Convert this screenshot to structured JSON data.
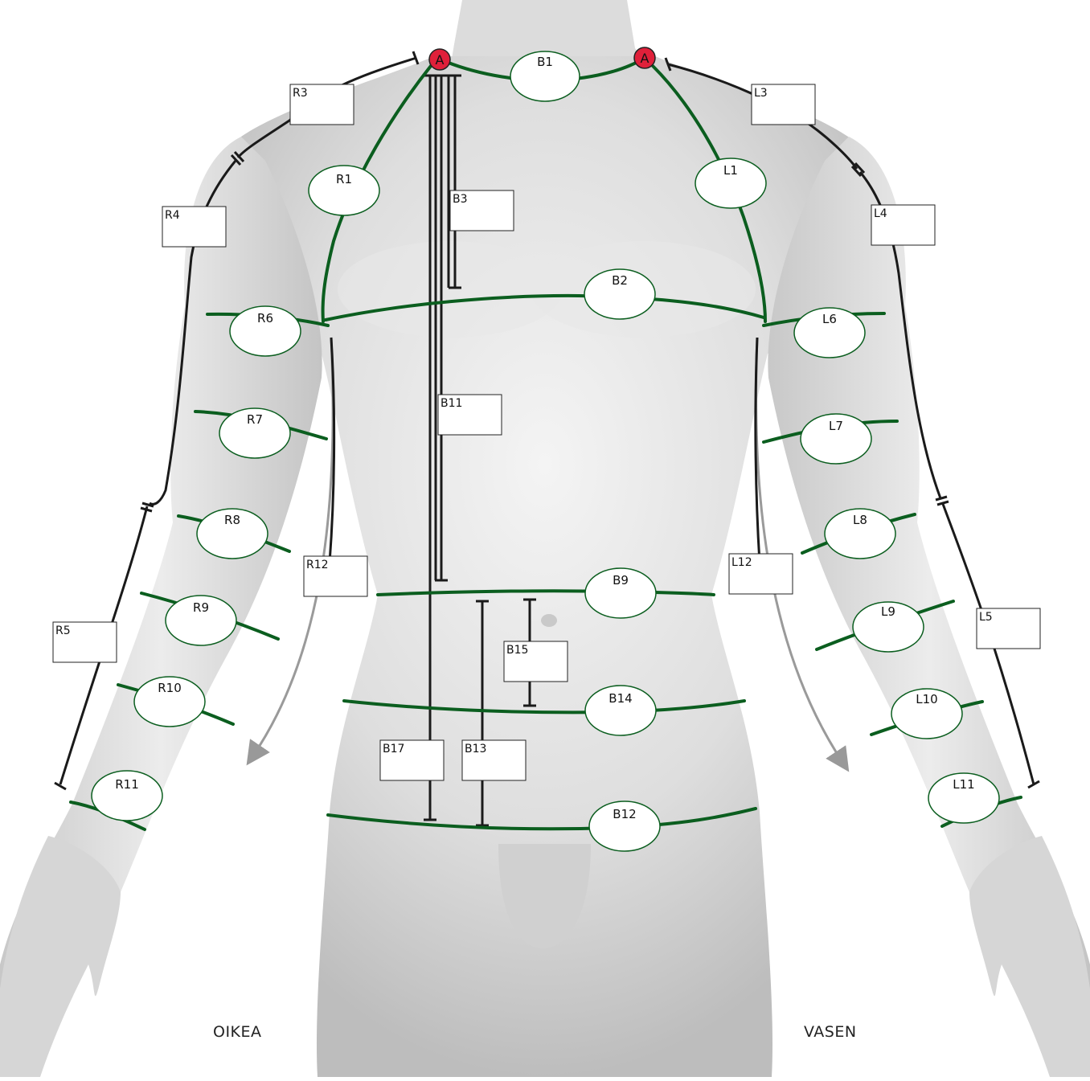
{
  "diagram": {
    "side_labels": {
      "right": "OIKEA",
      "left": "VASEN"
    },
    "anchor_label": "A",
    "colors": {
      "circumference_line": "#0b5e1f",
      "length_line": "#1a1a1a",
      "anchor_fill": "#e0203a",
      "oval_fill": "#ffffff",
      "oval_stroke": "#0b5e1f",
      "arrow": "#999999",
      "body": "#d9d9d9"
    },
    "oval_labels": {
      "B1": "B1",
      "B2": "B2",
      "B9": "B9",
      "B12": "B12",
      "B14": "B14",
      "R1": "R1",
      "R6": "R6",
      "R7": "R7",
      "R8": "R8",
      "R9": "R9",
      "R10": "R10",
      "R11": "R11",
      "L1": "L1",
      "L6": "L6",
      "L7": "L7",
      "L8": "L8",
      "L9": "L9",
      "L10": "L10",
      "L11": "L11"
    },
    "box_labels": {
      "R3": "R3",
      "R4": "R4",
      "R5": "R5",
      "R12": "R12",
      "L3": "L3",
      "L4": "L4",
      "L5": "L5",
      "L12": "L12",
      "B3": "B3",
      "B11": "B11",
      "B13": "B13",
      "B15": "B15",
      "B17": "B17"
    }
  }
}
